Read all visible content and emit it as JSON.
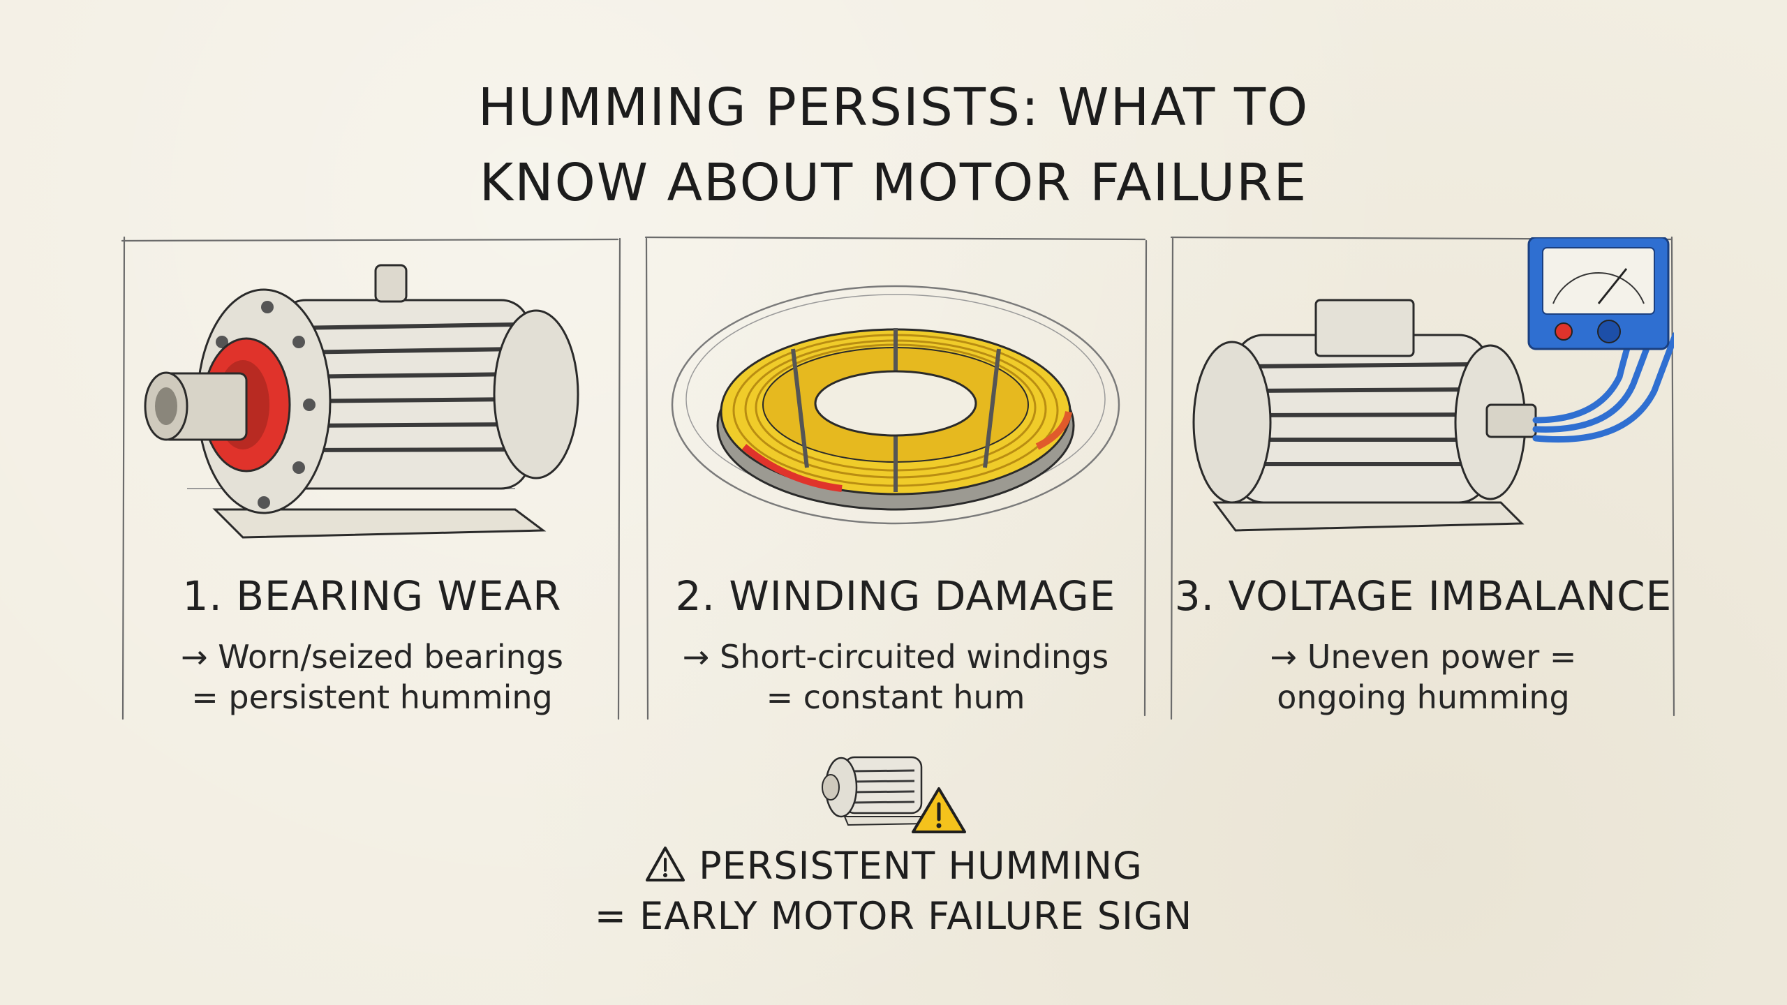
{
  "title": {
    "line1": "Humming Persists: What to",
    "line2": "Know About Motor Failure"
  },
  "causes": [
    {
      "heading": "1. Bearing Wear",
      "desc_line1": "→ Worn/seized bearings",
      "desc_line2": "= persistent humming",
      "icon": "motor-bearing-icon"
    },
    {
      "heading": "2. Winding Damage",
      "desc_line1": "→ Short-circuited windings",
      "desc_line2": "= constant hum",
      "icon": "coil-winding-icon"
    },
    {
      "heading": "3. Voltage Imbalance",
      "desc_line1": "→ Uneven power =",
      "desc_line2": "ongoing humming",
      "icon": "motor-voltmeter-icon"
    }
  ],
  "summary": {
    "line1": "Persistent Humming",
    "line2": "= Early Motor Failure Sign",
    "icon": "warning-icon"
  },
  "colors": {
    "background": "#f2eee2",
    "ink": "#1f1f1f",
    "bearing_red": "#e0332b",
    "coil_yellow": "#f0cc2a",
    "meter_blue": "#2f6fd1",
    "warning_yellow": "#f4c21c"
  }
}
